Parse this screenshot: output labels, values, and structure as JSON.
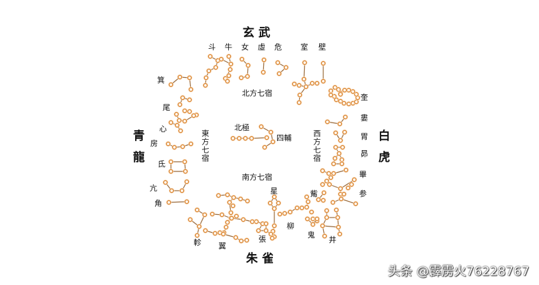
{
  "colors": {
    "star_stroke": "#d9822b",
    "star_fill": "#fff6ec",
    "line": "#9a6a3a",
    "halo": "#fbe3c9",
    "text": "#111111"
  },
  "guardians": {
    "north": "玄武",
    "south": "朱雀",
    "east": "青龍",
    "west": "白虎"
  },
  "regions": {
    "north": "北方七宿",
    "south": "南方七宿",
    "east": "東方七宿",
    "west": "西方七宿"
  },
  "center": {
    "pole": "北極",
    "four_assist": "四輔"
  },
  "mansions": {
    "north": [
      "斗",
      "牛",
      "女",
      "虛",
      "危",
      "室",
      "壁"
    ],
    "west": [
      "奎",
      "婁",
      "胃",
      "昴",
      "畢",
      "参",
      "觜"
    ],
    "south": [
      "井",
      "鬼",
      "柳",
      "星",
      "張",
      "翼",
      "軫"
    ],
    "east": [
      "角",
      "亢",
      "氐",
      "房",
      "心",
      "尾",
      "箕"
    ]
  },
  "watermark": "头条 @霹雳火76228767",
  "constellations": [
    {
      "name": "斗",
      "pts": [
        [
          305,
          82
        ],
        [
          316,
          88
        ],
        [
          313,
          98
        ],
        [
          303,
          103
        ],
        [
          299,
          113
        ],
        [
          298,
          124
        ]
      ],
      "edges": [
        [
          0,
          1
        ],
        [
          1,
          2
        ],
        [
          2,
          3
        ],
        [
          3,
          4
        ],
        [
          4,
          5
        ]
      ]
    },
    {
      "name": "牛",
      "pts": [
        [
          321,
          86
        ],
        [
          332,
          82
        ],
        [
          335,
          93
        ],
        [
          334,
          101
        ],
        [
          327,
          114
        ],
        [
          330,
          118
        ],
        [
          332,
          110
        ]
      ],
      "edges": [
        [
          0,
          2
        ],
        [
          1,
          2
        ],
        [
          2,
          3
        ],
        [
          3,
          4
        ]
      ]
    },
    {
      "name": "女",
      "pts": [
        [
          351,
          86
        ],
        [
          360,
          95
        ],
        [
          359,
          111
        ],
        [
          350,
          113
        ]
      ],
      "edges": [
        [
          0,
          1
        ],
        [
          1,
          2
        ],
        [
          2,
          3
        ]
      ]
    },
    {
      "name": "虛",
      "pts": [
        [
          383,
          87
        ],
        [
          382,
          105
        ]
      ],
      "edges": [
        [
          0,
          1
        ]
      ]
    },
    {
      "name": "危",
      "pts": [
        [
          403,
          91
        ],
        [
          415,
          98
        ],
        [
          405,
          107
        ]
      ],
      "edges": [
        [
          0,
          1
        ],
        [
          1,
          2
        ]
      ]
    },
    {
      "name": "室",
      "pts": [
        [
          442,
          91
        ],
        [
          441,
          115
        ],
        [
          427,
          122
        ],
        [
          434,
          124
        ],
        [
          444,
          126
        ],
        [
          453,
          121
        ],
        [
          460,
          121
        ],
        [
          435,
          138
        ],
        [
          434,
          149
        ]
      ],
      "edges": [
        [
          0,
          1
        ],
        [
          1,
          4
        ],
        [
          2,
          3
        ],
        [
          3,
          4
        ],
        [
          4,
          5
        ],
        [
          5,
          6
        ],
        [
          4,
          7
        ],
        [
          7,
          8
        ]
      ]
    },
    {
      "name": "壁",
      "pts": [
        [
          469,
          92
        ],
        [
          469,
          118
        ]
      ],
      "edges": [
        [
          0,
          1
        ]
      ]
    },
    {
      "name": "奎",
      "pts": [
        [
          480,
          132
        ],
        [
          486,
          127
        ],
        [
          491,
          130
        ],
        [
          494,
          135
        ],
        [
          485,
          140
        ],
        [
          488,
          145
        ],
        [
          494,
          147
        ],
        [
          499,
          150
        ],
        [
          506,
          151
        ],
        [
          512,
          150
        ],
        [
          517,
          148
        ],
        [
          519,
          142
        ],
        [
          517,
          137
        ],
        [
          512,
          133
        ],
        [
          506,
          131
        ],
        [
          500,
          131
        ],
        [
          494,
          137
        ],
        [
          480,
          138
        ]
      ],
      "edges": [
        [
          0,
          1
        ],
        [
          1,
          2
        ],
        [
          0,
          17
        ],
        [
          17,
          4
        ],
        [
          4,
          5
        ],
        [
          5,
          6
        ],
        [
          6,
          7
        ],
        [
          7,
          8
        ],
        [
          8,
          9
        ],
        [
          9,
          10
        ],
        [
          10,
          11
        ],
        [
          11,
          12
        ],
        [
          12,
          13
        ],
        [
          13,
          14
        ],
        [
          14,
          15
        ]
      ]
    },
    {
      "name": "婁",
      "pts": [
        [
          475,
          177
        ],
        [
          493,
          180
        ],
        [
          501,
          170
        ]
      ],
      "edges": [
        [
          0,
          1
        ],
        [
          1,
          2
        ]
      ]
    },
    {
      "name": "胃",
      "pts": [
        [
          487,
          193
        ],
        [
          494,
          204
        ],
        [
          500,
          192
        ]
      ],
      "edges": [
        [
          0,
          1
        ],
        [
          1,
          2
        ]
      ]
    },
    {
      "name": "昴",
      "pts": [
        [
          487,
          214
        ],
        [
          497,
          214
        ],
        [
          492,
          223
        ],
        [
          486,
          230
        ],
        [
          496,
          232
        ],
        [
          484,
          238
        ],
        [
          496,
          238
        ]
      ],
      "edges": [
        [
          0,
          1
        ],
        [
          0,
          2
        ],
        [
          2,
          3
        ],
        [
          2,
          4
        ],
        [
          3,
          5
        ],
        [
          4,
          6
        ],
        [
          5,
          6
        ]
      ]
    },
    {
      "name": "畢",
      "pts": [
        [
          468,
          248
        ],
        [
          477,
          252
        ],
        [
          484,
          252
        ],
        [
          502,
          247
        ],
        [
          480,
          258
        ],
        [
          474,
          263
        ],
        [
          468,
          268
        ]
      ],
      "edges": [
        [
          0,
          1
        ],
        [
          1,
          2
        ],
        [
          2,
          3
        ],
        [
          2,
          4
        ],
        [
          4,
          5
        ],
        [
          5,
          6
        ]
      ]
    },
    {
      "name": "参",
      "pts": [
        [
          478,
          268
        ],
        [
          494,
          274
        ],
        [
          514,
          261
        ],
        [
          510,
          268
        ],
        [
          505,
          273
        ],
        [
          494,
          282
        ],
        [
          499,
          282
        ],
        [
          495,
          289
        ],
        [
          483,
          294
        ],
        [
          516,
          296
        ]
      ],
      "edges": [
        [
          0,
          1
        ],
        [
          1,
          2
        ],
        [
          1,
          5
        ],
        [
          3,
          4
        ],
        [
          5,
          6
        ],
        [
          6,
          7
        ],
        [
          7,
          8
        ],
        [
          7,
          9
        ]
      ]
    },
    {
      "name": "觜",
      "pts": [
        [
          470,
          280
        ],
        [
          462,
          290
        ],
        [
          469,
          291
        ]
      ],
      "edges": [
        [
          0,
          1
        ],
        [
          1,
          2
        ]
      ]
    },
    {
      "name": "井",
      "pts": [
        [
          474,
          306
        ],
        [
          488,
          305
        ],
        [
          474,
          316
        ],
        [
          490,
          316
        ],
        [
          468,
          328
        ],
        [
          491,
          330
        ],
        [
          471,
          343
        ],
        [
          493,
          340
        ],
        [
          460,
          321
        ]
      ],
      "edges": [
        [
          0,
          2
        ],
        [
          1,
          3
        ],
        [
          2,
          3
        ],
        [
          2,
          4
        ],
        [
          3,
          5
        ],
        [
          4,
          5
        ],
        [
          4,
          6
        ],
        [
          5,
          7
        ]
      ]
    },
    {
      "name": "鬼",
      "pts": [
        [
          452,
          308
        ],
        [
          446,
          318
        ],
        [
          454,
          318
        ],
        [
          460,
          318
        ],
        [
          454,
          326
        ]
      ],
      "edges": [
        [
          1,
          4
        ],
        [
          3,
          4
        ]
      ]
    },
    {
      "name": "柳",
      "pts": [
        [
          445,
          286
        ],
        [
          447,
          293
        ],
        [
          445,
          301
        ],
        [
          438,
          302
        ],
        [
          431,
          302
        ],
        [
          421,
          308
        ],
        [
          413,
          310
        ],
        [
          406,
          311
        ]
      ],
      "edges": [
        [
          0,
          1
        ],
        [
          1,
          2
        ],
        [
          2,
          3
        ],
        [
          3,
          4
        ],
        [
          4,
          5
        ],
        [
          5,
          6
        ],
        [
          6,
          7
        ]
      ]
    },
    {
      "name": "星",
      "pts": [
        [
          398,
          286
        ],
        [
          392,
          295
        ],
        [
          404,
          295
        ],
        [
          398,
          303
        ],
        [
          398,
          328
        ],
        [
          396,
          336
        ],
        [
          398,
          344
        ]
      ],
      "edges": [
        [
          0,
          1
        ],
        [
          0,
          2
        ],
        [
          1,
          3
        ],
        [
          2,
          3
        ],
        [
          3,
          4
        ],
        [
          4,
          5
        ],
        [
          5,
          6
        ]
      ]
    },
    {
      "name": "張",
      "pts": [
        [
          372,
          322
        ],
        [
          381,
          325
        ],
        [
          386,
          325
        ],
        [
          375,
          335
        ],
        [
          386,
          335
        ],
        [
          393,
          340
        ],
        [
          395,
          346
        ]
      ],
      "edges": [
        [
          0,
          1
        ],
        [
          1,
          2
        ],
        [
          1,
          3
        ],
        [
          2,
          4
        ],
        [
          3,
          4
        ],
        [
          4,
          5
        ],
        [
          5,
          6
        ]
      ]
    },
    {
      "name": "翼",
      "pts": [
        [
          317,
          284
        ],
        [
          330,
          283
        ],
        [
          339,
          287
        ],
        [
          349,
          289
        ],
        [
          359,
          292
        ],
        [
          333,
          294
        ],
        [
          338,
          299
        ],
        [
          335,
          309
        ],
        [
          335,
          317
        ],
        [
          308,
          311
        ],
        [
          322,
          312
        ],
        [
          336,
          317
        ],
        [
          343,
          314
        ],
        [
          353,
          319
        ],
        [
          366,
          322
        ],
        [
          330,
          323
        ],
        [
          325,
          338
        ],
        [
          319,
          338
        ],
        [
          328,
          330
        ],
        [
          298,
          335
        ],
        [
          312,
          339
        ],
        [
          324,
          340
        ],
        [
          342,
          345
        ],
        [
          350,
          350
        ],
        [
          358,
          349
        ]
      ],
      "edges": [
        [
          0,
          1
        ],
        [
          1,
          2
        ],
        [
          2,
          3
        ],
        [
          3,
          4
        ],
        [
          2,
          5
        ],
        [
          5,
          6
        ],
        [
          5,
          7
        ],
        [
          7,
          8
        ],
        [
          8,
          10
        ],
        [
          9,
          10
        ],
        [
          8,
          11
        ],
        [
          11,
          12
        ],
        [
          11,
          13
        ],
        [
          13,
          14
        ],
        [
          8,
          15
        ],
        [
          15,
          18
        ],
        [
          18,
          16
        ],
        [
          16,
          17
        ],
        [
          19,
          20
        ],
        [
          20,
          21
        ],
        [
          21,
          22
        ],
        [
          22,
          23
        ],
        [
          23,
          24
        ]
      ]
    },
    {
      "name": "軫",
      "pts": [
        [
          286,
          305
        ],
        [
          297,
          312
        ],
        [
          276,
          319
        ],
        [
          289,
          329
        ],
        [
          286,
          342
        ]
      ],
      "edges": [
        [
          0,
          1
        ],
        [
          1,
          3
        ],
        [
          2,
          3
        ],
        [
          3,
          4
        ]
      ]
    },
    {
      "name": "角",
      "pts": [
        [
          245,
          294
        ],
        [
          271,
          293
        ]
      ],
      "edges": [
        [
          0,
          1
        ]
      ]
    },
    {
      "name": "亢",
      "pts": [
        [
          240,
          265
        ],
        [
          249,
          277
        ],
        [
          264,
          277
        ],
        [
          271,
          264
        ]
      ],
      "edges": [
        [
          0,
          1
        ],
        [
          1,
          2
        ],
        [
          2,
          3
        ]
      ]
    },
    {
      "name": "氐",
      "pts": [
        [
          248,
          235
        ],
        [
          268,
          235
        ],
        [
          248,
          249
        ],
        [
          269,
          249
        ]
      ],
      "edges": [
        [
          0,
          1
        ],
        [
          0,
          2
        ],
        [
          1,
          3
        ],
        [
          2,
          3
        ]
      ]
    },
    {
      "name": "房",
      "pts": [
        [
          244,
          209
        ],
        [
          253,
          214
        ],
        [
          265,
          213
        ],
        [
          277,
          209
        ]
      ],
      "edges": [
        [
          0,
          1
        ],
        [
          1,
          2
        ],
        [
          2,
          3
        ]
      ]
    },
    {
      "name": "心",
      "pts": [
        [
          248,
          178
        ],
        [
          257,
          182
        ],
        [
          262,
          190
        ]
      ],
      "edges": [
        [
          0,
          1
        ],
        [
          1,
          2
        ]
      ]
    },
    {
      "name": "尾",
      "pts": [
        [
          265,
          142
        ],
        [
          275,
          145
        ],
        [
          261,
          152
        ],
        [
          268,
          161
        ],
        [
          275,
          162
        ],
        [
          285,
          167
        ],
        [
          256,
          166
        ],
        [
          260,
          175
        ],
        [
          268,
          176
        ],
        [
          281,
          168
        ]
      ],
      "edges": [
        [
          0,
          2
        ],
        [
          0,
          1
        ],
        [
          3,
          4
        ],
        [
          6,
          7
        ],
        [
          7,
          8
        ],
        [
          8,
          9
        ]
      ]
    },
    {
      "name": "箕",
      "pts": [
        [
          248,
          123
        ],
        [
          261,
          112
        ],
        [
          275,
          113
        ],
        [
          277,
          130
        ]
      ],
      "edges": [
        [
          0,
          1
        ],
        [
          1,
          2
        ],
        [
          2,
          3
        ]
      ]
    },
    {
      "name": "北極",
      "pts": [
        [
          338,
          201
        ],
        [
          347,
          201
        ],
        [
          356,
          201
        ],
        [
          365,
          201
        ],
        [
          387,
          200
        ],
        [
          379,
          184
        ],
        [
          393,
          192
        ],
        [
          396,
          206
        ],
        [
          384,
          214
        ]
      ],
      "edges": [
        [
          0,
          1
        ],
        [
          1,
          2
        ],
        [
          2,
          3
        ],
        [
          3,
          4
        ],
        [
          5,
          6
        ],
        [
          6,
          7
        ],
        [
          7,
          8
        ]
      ]
    }
  ]
}
